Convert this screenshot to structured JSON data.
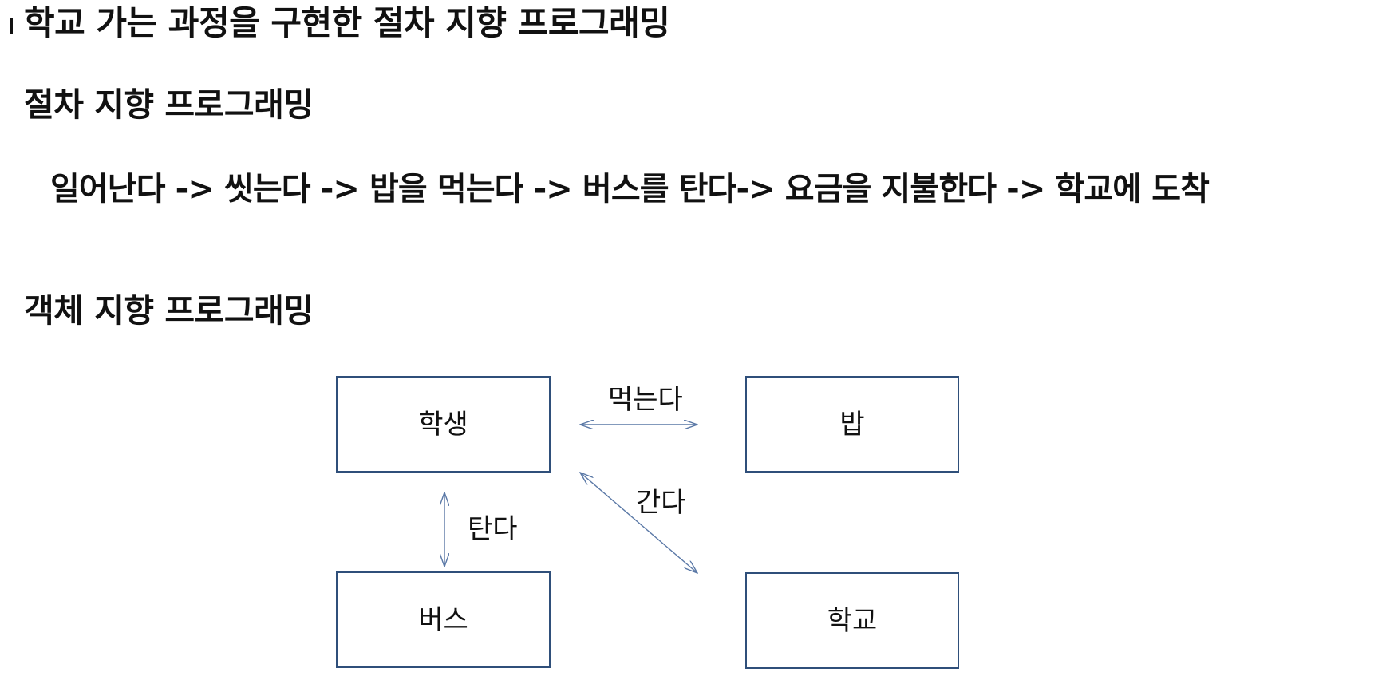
{
  "title": "학교 가는 과정을 구현한 절차 지향 프로그래밍",
  "procedural": {
    "heading": "절차 지향 프로그래밍",
    "steps_text": "일어난다 -> 씻는다 -> 밥을 먹는다 -> 버스를 탄다-> 요금을 지불한다 -> 학교에 도착"
  },
  "object_oriented": {
    "heading": "객체 지향 프로그래밍",
    "nodes": {
      "student": "학생",
      "rice": "밥",
      "bus": "버스",
      "school": "학교"
    },
    "edges": {
      "eat": "먹는다",
      "go": "간다",
      "ride": "탄다"
    }
  },
  "colors": {
    "box_border": "#2f4f7a",
    "arrow": "#5a78a6",
    "text": "#111111"
  }
}
